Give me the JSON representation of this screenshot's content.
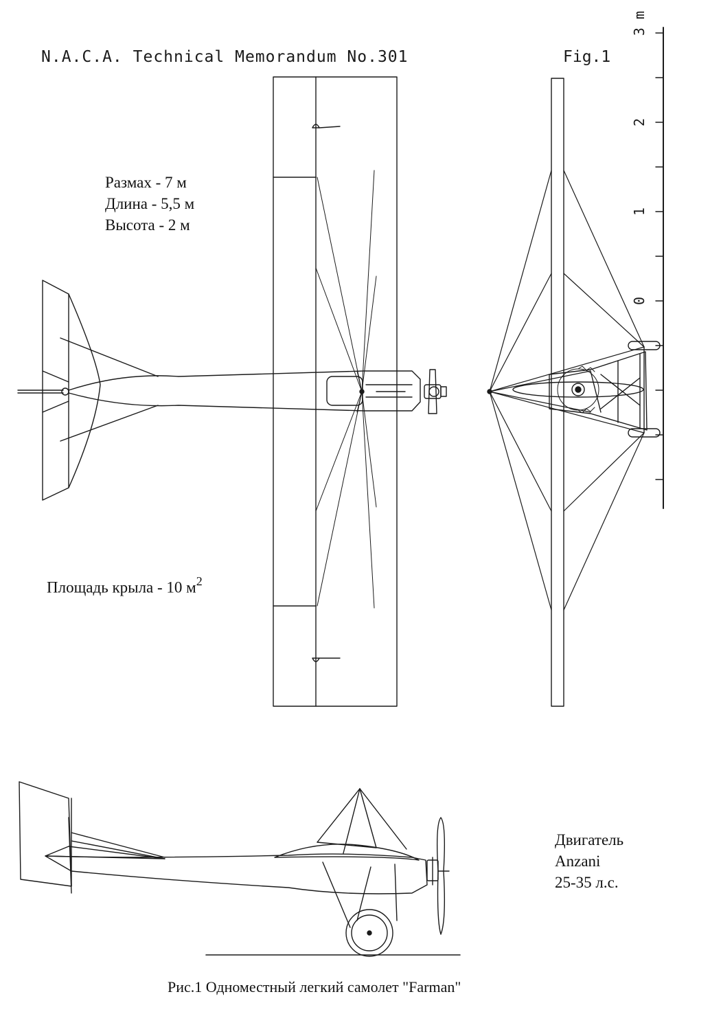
{
  "header": {
    "title": "N.A.C.A. Technical Memorandum No.301",
    "figure": "Fig.1"
  },
  "specs": {
    "span": "Размах - 7 м",
    "length": "Длина -  5,5 м",
    "height": "Высота - 2 м",
    "wing_area": "Площадь крыла - 10 м",
    "wing_area_exp": "2"
  },
  "engine": {
    "line1": "Двигатель",
    "line2": "Anzani",
    "line3": "25-35 л.с."
  },
  "scale": {
    "labels": [
      "0",
      "1",
      "2",
      "3 m"
    ]
  },
  "caption": "Рис.1   Одноместный легкий самолет    \"Farman\"",
  "colors": {
    "ink": "#1a1a1a",
    "paper": "#ffffff"
  }
}
